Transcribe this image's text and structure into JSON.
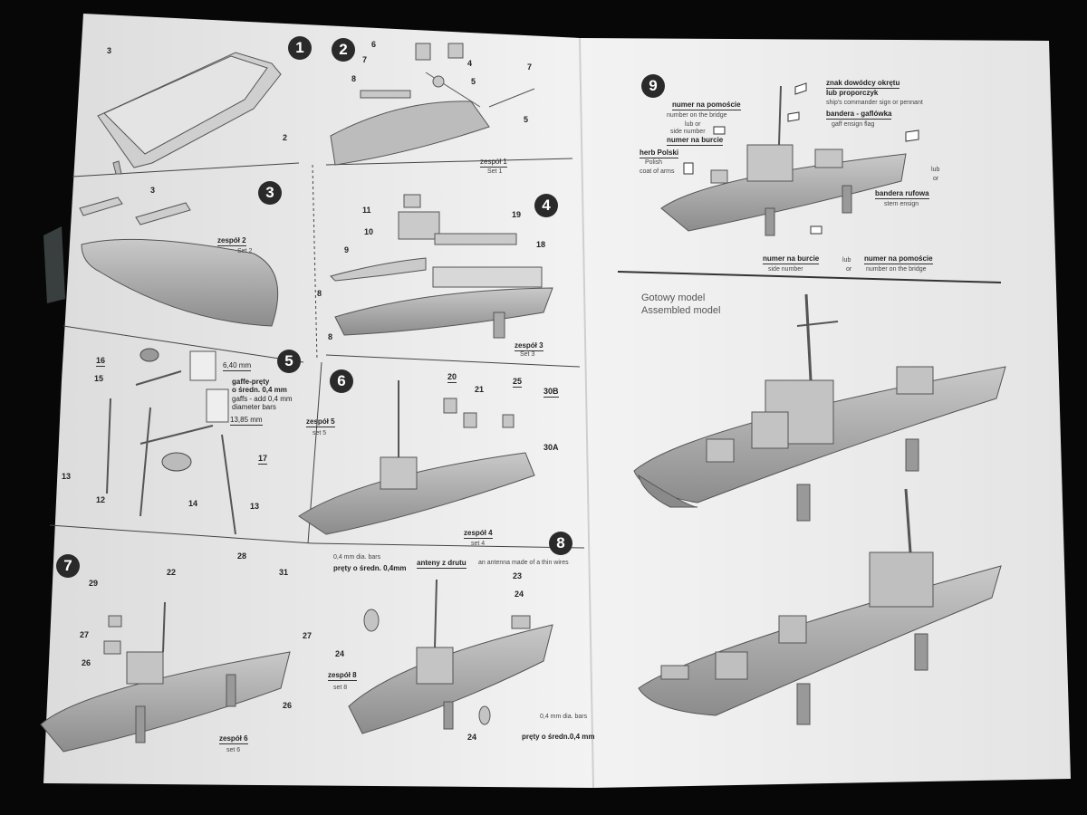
{
  "steps": [
    "1",
    "2",
    "3",
    "4",
    "5",
    "6",
    "7",
    "8",
    "9"
  ],
  "step1": {
    "p3": "3",
    "p2": "2"
  },
  "step2": {
    "p6": "6",
    "p7": "7",
    "p8": "8",
    "p4": "4",
    "p5a": "5",
    "p5b": "5",
    "p7b": "7",
    "set": "zespół 1",
    "set_en": "Set 1"
  },
  "step3": {
    "p3": "3",
    "set": "zespół 2",
    "set_en": "Set 2"
  },
  "step4": {
    "p11": "11",
    "p10": "10",
    "p19": "19",
    "p9": "9",
    "p18": "18",
    "p8a": "8",
    "p8b": "8",
    "set": "zespół 3",
    "set_en": "Set 3"
  },
  "step5": {
    "p16": "16",
    "p15": "15",
    "p640": "6,40 mm",
    "gaffe_pl": "gaffe-pręty",
    "gaffe_pl2": "o średn. 0,4 mm",
    "gaffe_en": "gaffs - add 0,4 mm",
    "gaffe_en2": "diameter bars",
    "p1385": "13,85 mm",
    "p17": "17",
    "p13a": "13",
    "p12": "12",
    "p14": "14",
    "p13b": "13"
  },
  "step6": {
    "p20": "20",
    "p21": "21",
    "p25": "25",
    "p30b": "30B",
    "p30a": "30A",
    "set": "zespół 5",
    "set_en": "set 5",
    "set4": "zespół 4",
    "set4_en": "set 4"
  },
  "step7": {
    "p28": "28",
    "p22": "22",
    "p29": "29",
    "p31": "31",
    "p27a": "27",
    "p27b": "27",
    "p26a": "26",
    "p26b": "26",
    "set": "zespół 6",
    "set_en": "set 6"
  },
  "step8": {
    "bars_en": "0,4 mm dia. bars",
    "bars_pl": "pręty o średn. 0,4mm",
    "ant_pl": "anteny z drutu",
    "ant_en": "an antenna made of a thin wires",
    "p23": "23",
    "p24a": "24",
    "p24b": "24",
    "p24c": "24",
    "set": "zespół 8",
    "set_en": "set 8",
    "bars2_en": "0,4 mm dia. bars",
    "bars2_pl": "pręty o średn.0,4 mm"
  },
  "step9": {
    "znak": "znak dowódcy okrętu",
    "lub_prop": "lub proporczyk",
    "ship_cmd": "ship's commander sign or pennant",
    "numer1": "numer na pomoście",
    "numer1_en": "number on the bridge",
    "lub1": "lub  or",
    "bandera_g": "bandera - gaflówka",
    "gaff_flag": "gaff ensign flag",
    "side": "side number",
    "numer_burcie": "numer na burcie",
    "herb": "herb Polski",
    "polish": "Polish",
    "coat": "coat of arms",
    "lub2": "lub",
    "or2": "or",
    "bandera_r": "bandera rufowa",
    "stern": "stern ensign",
    "numer_burcie2": "numer na burcie",
    "side2": "side number",
    "lub3": "lub",
    "or3": "or",
    "numer2": "numer na pomoście",
    "numer2_en": "number on the bridge"
  },
  "assembled": {
    "pl": "Gotowy model",
    "en": "Assembled model"
  }
}
